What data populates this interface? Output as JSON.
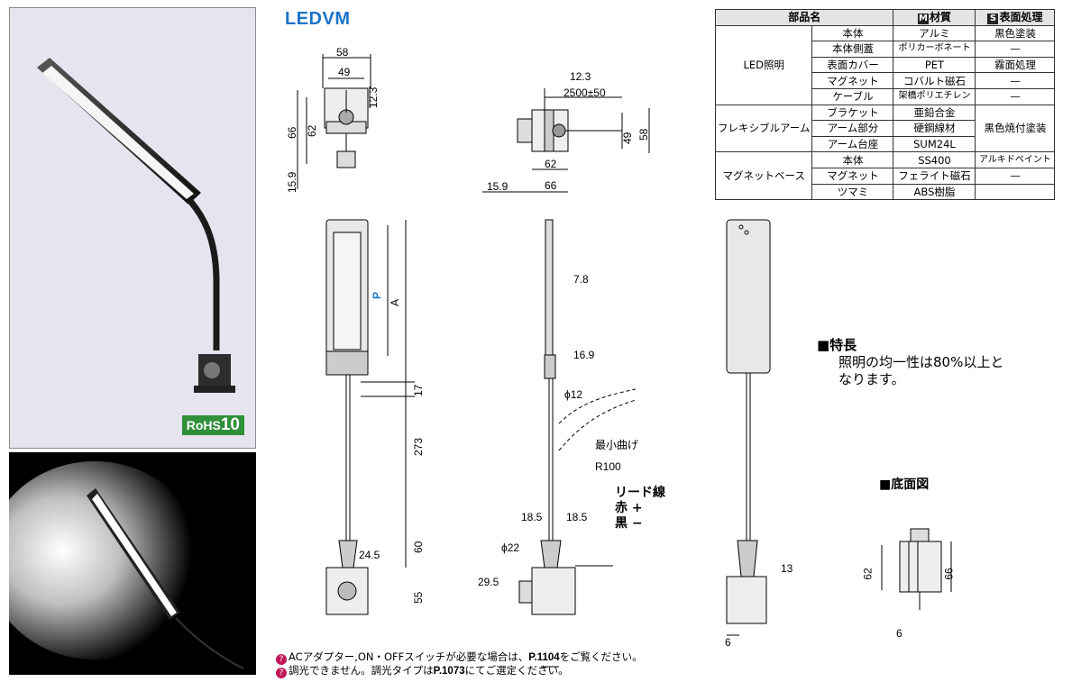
{
  "product": {
    "title": "LEDVM",
    "rohs_prefix": "RoHS",
    "rohs_num": "10"
  },
  "table": {
    "headers": {
      "name": "部品名",
      "material_mark": "M",
      "material": "材質",
      "surface_mark": "S",
      "surface": "表面処理"
    },
    "groups": {
      "led": "LED照明",
      "flex": "フレキシブルアーム",
      "base": "マグネットベース"
    },
    "rows": [
      {
        "part": "本体",
        "material": "アルミ",
        "surface": "黒色塗装"
      },
      {
        "part": "本体側蓋",
        "material": "ポリカーボネート",
        "surface": "—"
      },
      {
        "part": "表面カバー",
        "material": "PET",
        "surface": "霧面処理"
      },
      {
        "part": "マグネット",
        "material": "コバルト磁石",
        "surface": "—"
      },
      {
        "part": "ケーブル",
        "material": "架橋ポリエチレン",
        "surface": "—"
      },
      {
        "part": "ブラケット",
        "material": "亜鉛合金",
        "surface": "黒色焼付塗装"
      },
      {
        "part": "アーム部分",
        "material": "硬鋼線材",
        "surface": ""
      },
      {
        "part": "アーム台座",
        "material": "SUM24L",
        "surface": ""
      },
      {
        "part": "本体",
        "material": "SS400",
        "surface": "アルキドペイント"
      },
      {
        "part": "マグネット",
        "material": "フェライト磁石",
        "surface": "—"
      },
      {
        "part": "ツマミ",
        "material": "ABS樹脂",
        "surface": ""
      }
    ]
  },
  "dimensions": {
    "top_width": "58",
    "top_inner": "49",
    "top_h1": "12.3",
    "top_h2": "66",
    "top_h3": "62",
    "top_h4": "15.9",
    "side_cable": "2500±50",
    "side_12_3": "12.3",
    "side_49": "49",
    "side_58": "58",
    "side_62": "62",
    "side_66": "66",
    "side_15_9": "15.9",
    "p_label": "P",
    "a_label": "A",
    "d17": "17",
    "d273": "273",
    "d60": "60",
    "d55": "55",
    "d24_5": "24.5",
    "d7_8": "7.8",
    "d16_9": "16.9",
    "phi12": "ϕ12",
    "min_bend": "最小曲げ",
    "r100": "R100",
    "d18_5a": "18.5",
    "d18_5b": "18.5",
    "phi22": "ϕ22",
    "d29_5": "29.5",
    "d13": "13",
    "d6a": "6",
    "d6b": "6",
    "d62b": "62",
    "d66b": "66"
  },
  "lead": {
    "title": "リード線",
    "red": "赤 +",
    "black": "黒 −"
  },
  "features": {
    "heading": "■特長",
    "body1": "照明の均一性は80%以上と",
    "body2": "なります。"
  },
  "bottom_view": "■底面図",
  "notes": [
    {
      "pre": "ACアダプター,ON・OFFスイッチが必要な場合は、",
      "ref": "P.1104",
      "post": "をご覧ください。"
    },
    {
      "pre": "調光できません。調光タイプは",
      "ref": "P.1073",
      "post": "にてご選定ください。"
    }
  ]
}
